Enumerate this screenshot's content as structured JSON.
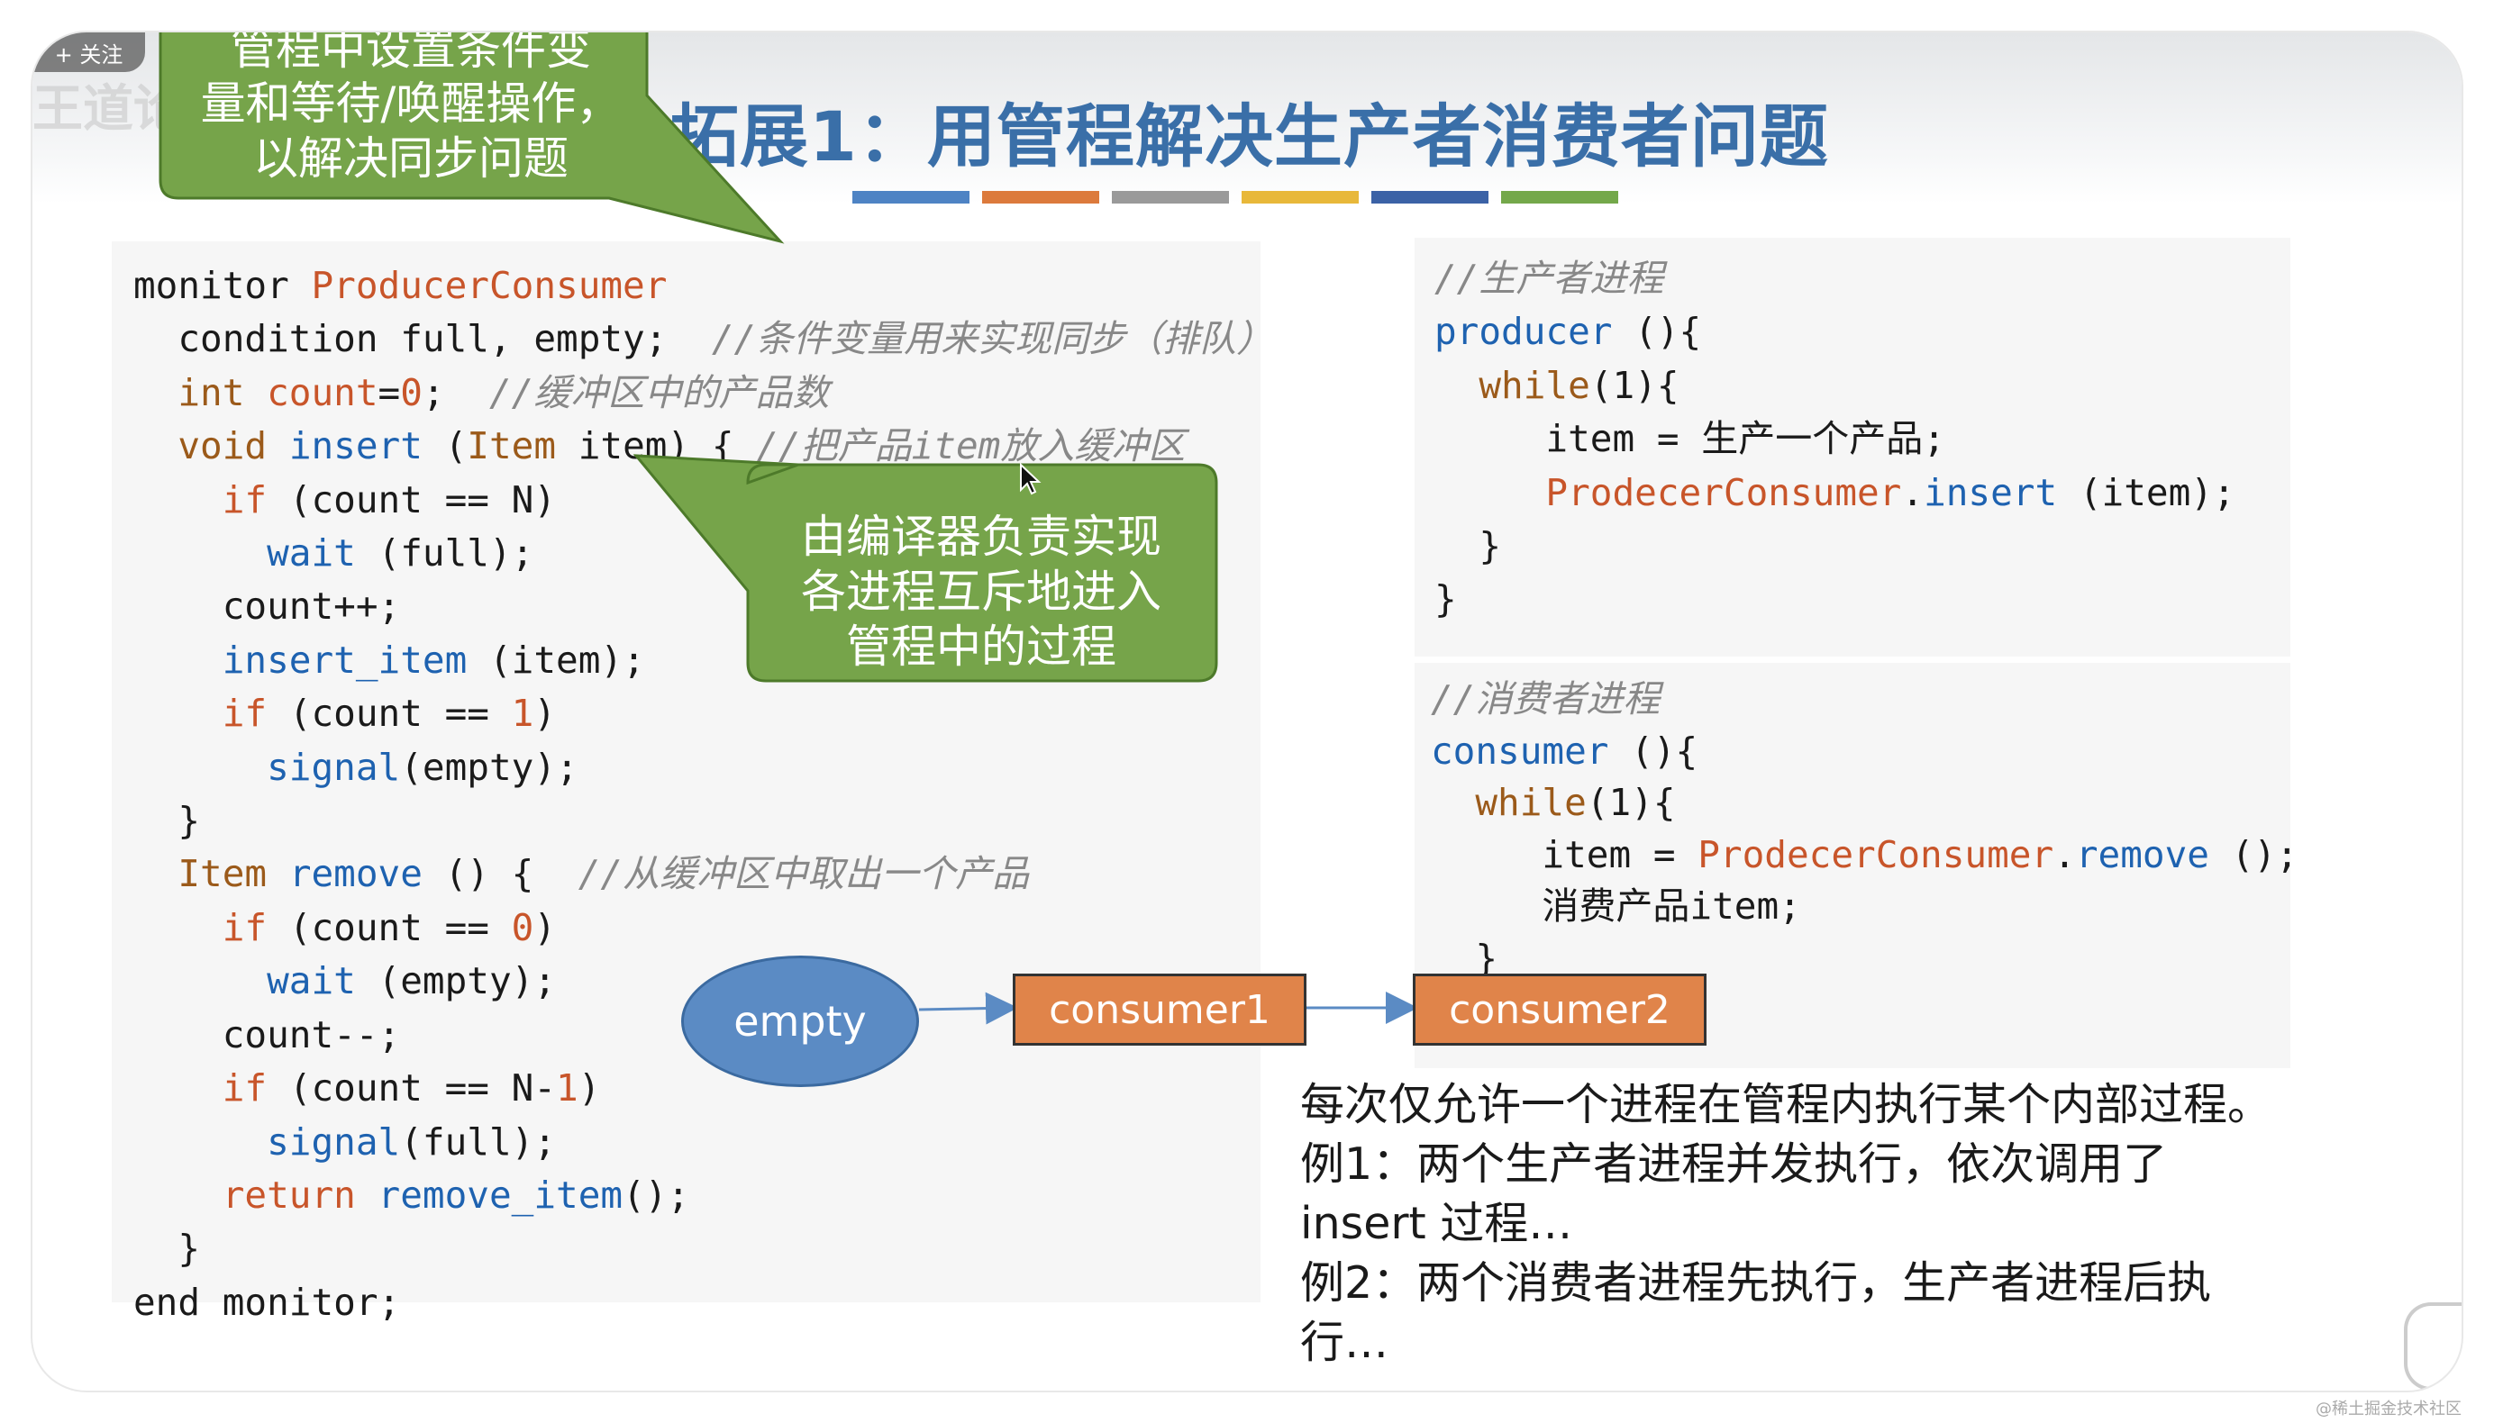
{
  "title": "拓展1：用管程解决生产者消费者问题",
  "brand_colors": [
    "#4e83c4",
    "#dc7a3c",
    "#9a9a9a",
    "#e8b83a",
    "#3b62a6",
    "#74a84a"
  ],
  "overlay": {
    "follow_label": "+ 关注",
    "watermark": "王道论坛"
  },
  "callouts": {
    "top": [
      "管程中设置条件变",
      "量和等待/唤醒操作，",
      "以解决同步问题"
    ],
    "middle": [
      "由编译器负责实现",
      "各进程互斥地进入",
      "管程中的过程"
    ]
  },
  "code": {
    "monitor_kw": "monitor",
    "monitor_name": "ProducerConsumer",
    "condition_decl": "condition full, empty;",
    "cmt_condition": "//条件变量用来实现同步（排队）",
    "int_kw": "int",
    "count_var": "count",
    "count_init": "=",
    "zero": "0",
    "semi": ";",
    "cmt_count": "//缓冲区中的产品数",
    "void_kw": "void",
    "insert_fn": "insert",
    "item_type": "Item",
    "insert_params": " item) {",
    "cmt_insert": "//把产品item放入缓冲区",
    "if_kw": "if",
    "cond_N": "(count == N)",
    "wait_fn": "wait",
    "wait_full_args": "(full);",
    "count_inc": "count++;",
    "insert_item_fn": "insert_item",
    "insert_item_args": "(item);",
    "cond_1_pre": "(count == ",
    "one": "1",
    "close_paren": ")",
    "signal_fn": "signal",
    "signal_empty_args": "(empty);",
    "close_brace": "}",
    "item_kw": "Item",
    "remove_fn": "remove",
    "remove_params": "() {",
    "cmt_remove": "//从缓冲区中取出一个产品",
    "cond_0_pre": "(count == ",
    "wait_empty_args": "(empty);",
    "count_dec": "count--;",
    "cond_N1_pre": "(count == N-",
    "signal_full_args": "(full);",
    "return_kw": "return",
    "remove_item_fn": "remove_item",
    "remove_item_args": "();",
    "end_monitor": "end monitor;"
  },
  "producer_code": {
    "comment": "//生产者进程",
    "fn": "producer",
    "fn_tail": " (){",
    "while_kw": "while",
    "while_args": "(1){",
    "item_line": "item = 生产一个产品;",
    "obj": "ProdecerConsumer",
    "dot": ".",
    "method": "insert",
    "call_args": " (item);",
    "inner_close": "}",
    "outer_close": "}"
  },
  "consumer_code": {
    "comment": "//消费者进程",
    "fn": "consumer",
    "fn_tail": " (){",
    "while_kw": "while",
    "while_args": "(1){",
    "item_assign": "item = ",
    "obj": "ProdecerConsumer",
    "dot": ".",
    "method": "remove",
    "call_args": " ();",
    "consume_line": "消费产品item;",
    "inner_close": "}"
  },
  "queue": {
    "cond": "empty",
    "p1": "consumer1",
    "p2": "consumer2"
  },
  "notes": {
    "line1": "每次仅允许一个进程在管程内执行某个内部过程。",
    "line2": "例1：两个生产者进程并发执行，依次调用了",
    "line3": "insert 过程…",
    "line4": "例2：两个消费者进程先执行，生产者进程后执",
    "line5": "行…"
  },
  "credit": "@稀土掘金技术社区"
}
